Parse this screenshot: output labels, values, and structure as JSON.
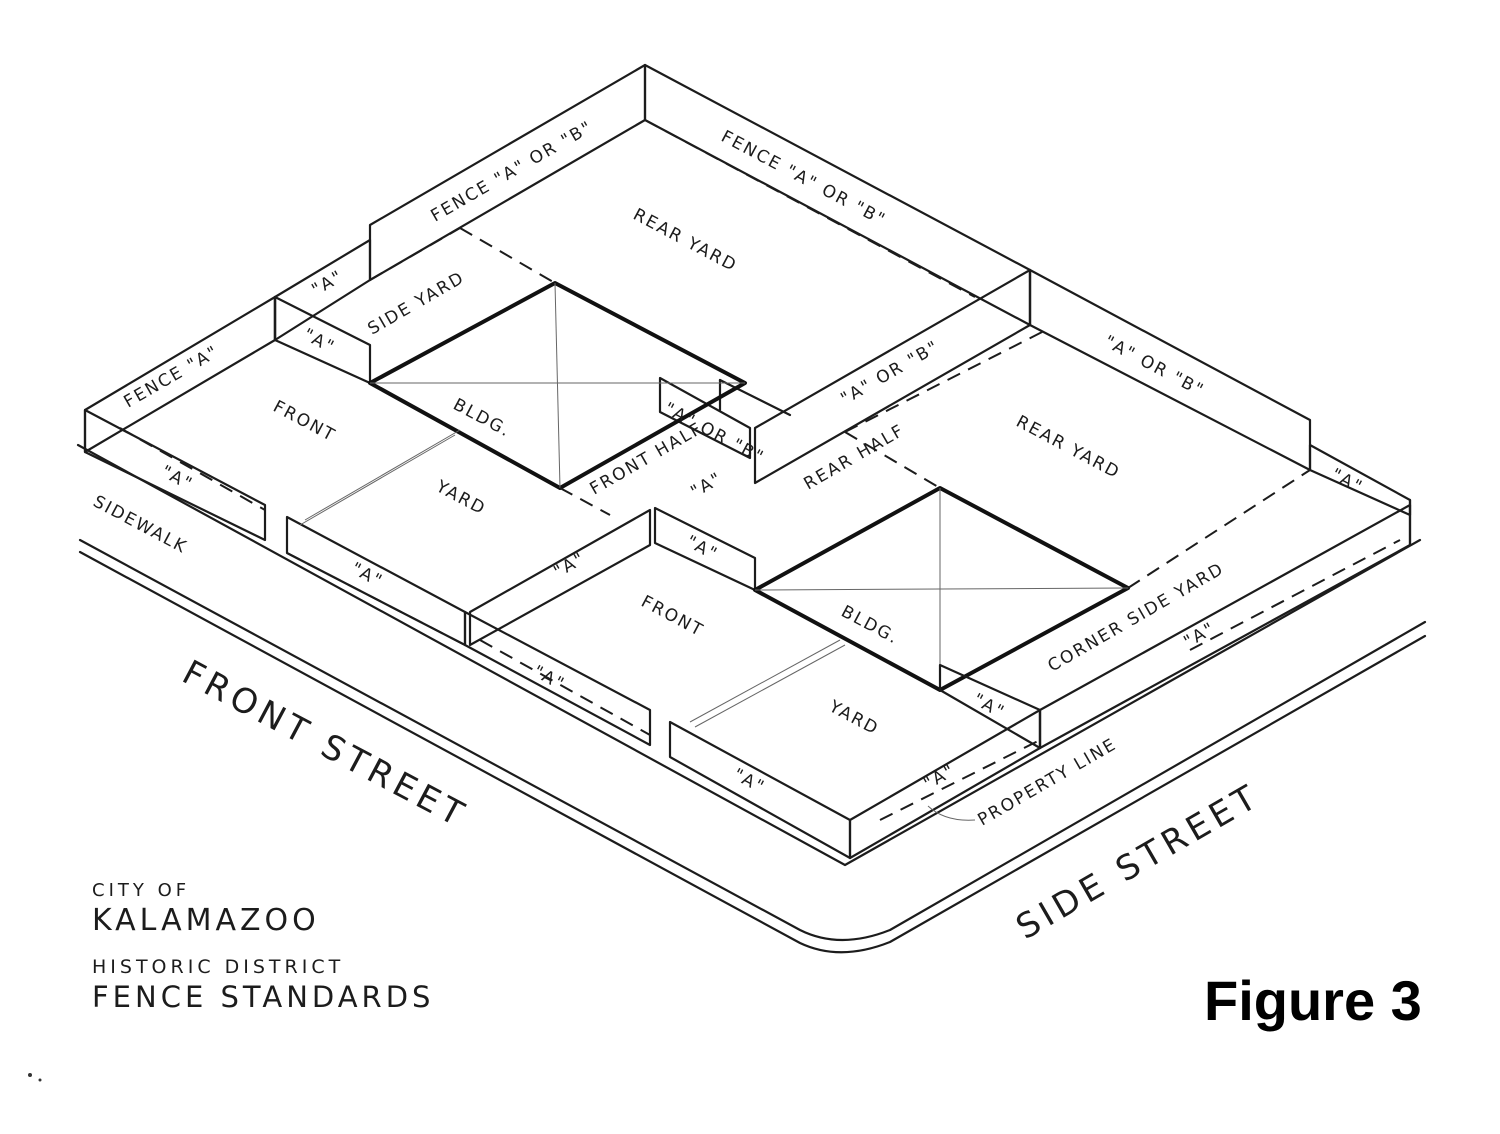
{
  "labels": {
    "fence_a_front": "FENCE \"A\"",
    "fence_ab_left": "FENCE \"A\" OR \"B\"",
    "fence_ab_top": "FENCE \"A\" OR \"B\"",
    "rear_yard_1": "REAR YARD",
    "side_yard": "SIDE YARD",
    "a1": "\"A\"",
    "a2": "\"A\"",
    "front_1": "FRONT",
    "yard_1": "YARD",
    "bldg_1": "BLDG.",
    "ab_gap": "\"A\" OR \"B\"",
    "front_half": "FRONT HALF",
    "a_sidewalk": "\"A\"",
    "sidewalk": "SIDEWALK",
    "a_front_mid": "\"A\"",
    "a_lot2_top": "\"A\"",
    "a_lot2_side": "\"A\"",
    "a_lot2_mid": "\"A\"",
    "ab_center": "\"A\" OR \"B\"",
    "ab_right": "\"A\" OR \"B\"",
    "rear_yard_2": "REAR YARD",
    "rear_half": "REAR HALF",
    "a_far_right": "\"A\"",
    "front_2": "FRONT",
    "a_lot2_front": "\"A\"",
    "bldg_2": "BLDG.",
    "corner_side_yard": "CORNER SIDE YARD",
    "a_corner": "\"A\"",
    "a_corner2": "\"A\"",
    "yard_2": "YARD",
    "a_bottom1": "\"A\"",
    "a_bottom2": "\"A\"",
    "property_line": "PROPERTY LINE",
    "front_street": "FRONT STREET",
    "side_street": "SIDE STREET"
  },
  "title_block": {
    "line1": "CITY OF",
    "line2": "KALAMAZOO",
    "line3": "HISTORIC DISTRICT",
    "line4": "FENCE STANDARDS"
  },
  "figure_label": "Figure 3"
}
